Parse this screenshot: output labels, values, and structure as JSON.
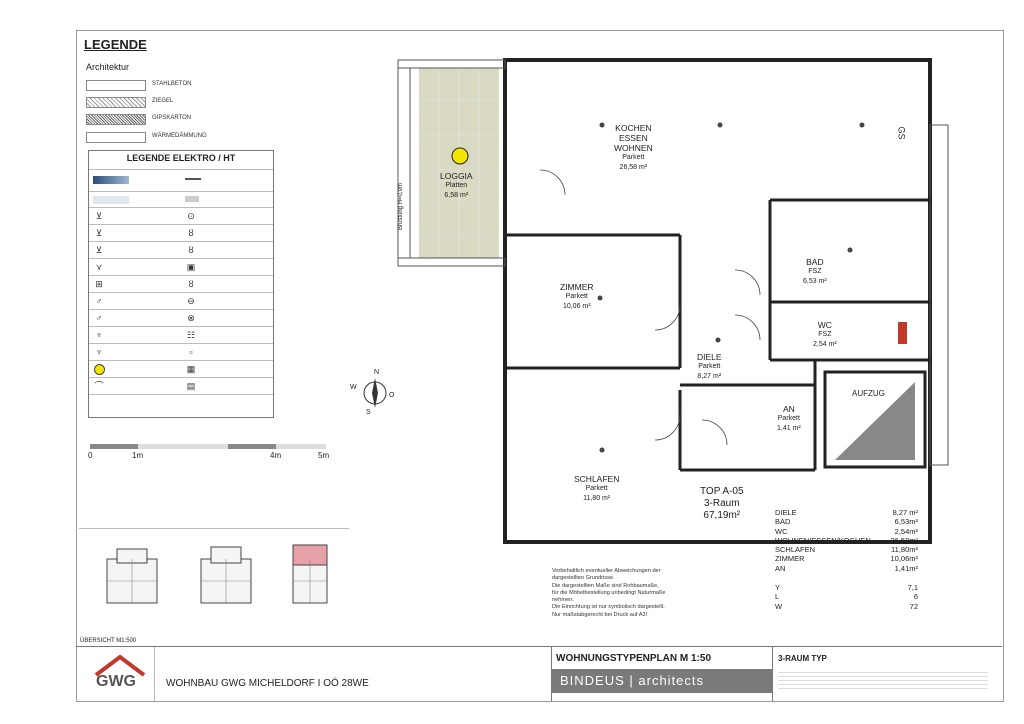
{
  "legend": {
    "title": "LEGENDE",
    "architektur_heading": "Architektur",
    "materials": [
      {
        "label": "STAHLBETON"
      },
      {
        "label": "ZIEGEL"
      },
      {
        "label": "GIPSKARTON"
      },
      {
        "label": "WÄRMEDÄMMUNG"
      }
    ],
    "elektro_title": "LEGENDE ELEKTRO / HT",
    "scale_labels": [
      "0",
      "1m",
      "4m",
      "5m"
    ],
    "overview_label": "ÜBERSICHT M1:500"
  },
  "compass": {
    "n": "N",
    "o": "O",
    "s": "S",
    "w": "W"
  },
  "rooms": {
    "kochen": {
      "l1": "KOCHEN",
      "l2": "ESSEN",
      "l3": "WOHNEN",
      "floor": "Parkett",
      "area": "26,58 m²"
    },
    "loggia": {
      "name": "LOGGIA",
      "floor": "Platten",
      "area": "6,58 m²",
      "rail": "Brüstung H=0,9m"
    },
    "zimmer": {
      "name": "ZIMMER",
      "floor": "Parkett",
      "area": "10,06 m²"
    },
    "diele": {
      "name": "DIELE",
      "floor": "Parkett",
      "area": "8,27 m²"
    },
    "bad": {
      "name": "BAD",
      "floor": "FSZ",
      "area": "6,53 m²"
    },
    "wc": {
      "name": "WC",
      "floor": "FSZ",
      "area": "2,54 m²"
    },
    "an": {
      "name": "AN",
      "floor": "Parkett",
      "area": "1,41 m²"
    },
    "schlafen": {
      "name": "SCHLAFEN",
      "floor": "Parkett",
      "area": "11,80 m²"
    },
    "aufzug": {
      "name": "AUFZUG"
    },
    "gs": "GS"
  },
  "top": {
    "id": "TOP A-05",
    "type": "3-Raum",
    "area": "67,19m²"
  },
  "area_table": [
    {
      "k": "DIELE",
      "v": "8,27 m²"
    },
    {
      "k": "BAD",
      "v": "6,53m²"
    },
    {
      "k": "WC",
      "v": "2,54m²"
    },
    {
      "k": "WOHNEN/ESSEN/KOCHEN",
      "v": "26,58m²"
    },
    {
      "k": "SCHLAFEN",
      "v": "11,80m²"
    },
    {
      "k": "ZIMMER",
      "v": "10,06m²"
    },
    {
      "k": "AN",
      "v": "1,41m²"
    }
  ],
  "area_table_extra": [
    {
      "k": "Y",
      "v": "7,1"
    },
    {
      "k": "L",
      "v": "6"
    },
    {
      "k": "W",
      "v": "72"
    }
  ],
  "note": [
    "Vorbehaltlich eventueller Abweichungen der",
    "dargestellten Grundrisse.",
    "Die dargestellten Maße sind Rohbaumaße,",
    "für die Möbelbestellung unbedingt Naturmaße",
    "nehmen.",
    "Die Einrichtung ist nur symbolisch dargestellt.",
    "Nur maßstabgerecht bei Druck auf A3!"
  ],
  "footer": {
    "logo": "GWG",
    "project": "WOHNBAU GWG MICHELDORF I OÖ 28WE",
    "plan_title": "WOHNUNGSTYPENPLAN M 1:50",
    "typ": "3-RAUM TYP",
    "architect": "BINDEUS | architects"
  },
  "colors": {
    "loggia": "#d9d9c4",
    "lamp": "#f2e600",
    "wc_accent": "#c0392b",
    "thumb_highlight": "#e7a1a8",
    "footer_band": "#7a7a7a"
  }
}
